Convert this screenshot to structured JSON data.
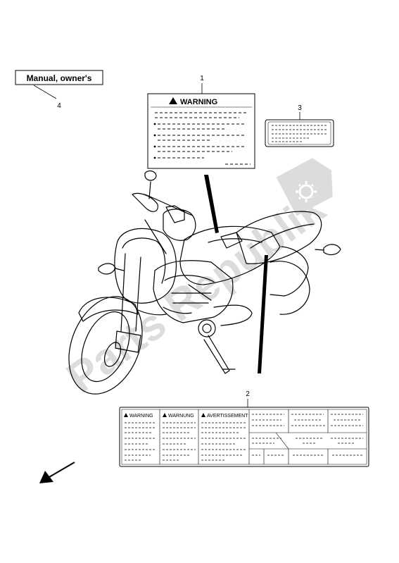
{
  "diagram": {
    "parts": [
      {
        "callout": "1"
      },
      {
        "callout": "2"
      },
      {
        "callout": "3"
      },
      {
        "callout": "4"
      }
    ],
    "manual_box_label": "Manual, owner's",
    "warning_label_title": "WARNING",
    "multi_label_headers": [
      "WARNING",
      "WARNUNG",
      "AVERTISSEMENT"
    ],
    "watermark_text": "Parts Republik"
  },
  "colors": {
    "ink": "#000000",
    "watermark": "#d9d9d9",
    "background": "#ffffff"
  },
  "icons": {
    "direction": "arrow-icon",
    "watermark_logo": "gear-icon"
  }
}
